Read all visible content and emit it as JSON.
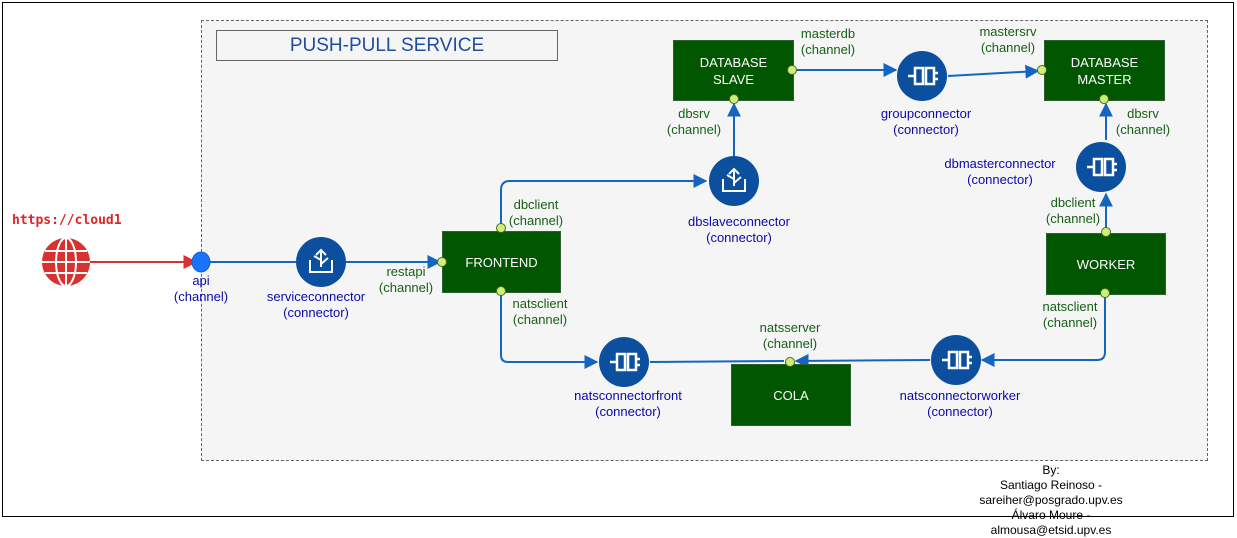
{
  "title": "PUSH-PULL SERVICE",
  "url": "https://cloud1",
  "nodes": {
    "frontend": "FRONTEND",
    "database_slave": "DATABASE\nSLAVE",
    "database_master": "DATABASE\nMASTER",
    "worker": "WORKER",
    "cola": "COLA"
  },
  "channels": {
    "api": "api\n(channel)",
    "restapi": "restapi\n(channel)",
    "dbclient_frontend": "dbclient\n(channel)",
    "natsclient_frontend": "natsclient\n(channel)",
    "dbsrv_slave": "dbsrv\n(channel)",
    "masterdb": "masterdb\n(channel)",
    "mastersrv": "mastersrv\n(channel)",
    "dbsrv_master": "dbsrv\n(channel)",
    "dbclient_worker": "dbclient\n(channel)",
    "natsclient_worker": "natsclient\n(channel)",
    "natsserver": "natsserver\n(channel)"
  },
  "connectors": {
    "serviceconnector": "serviceconnector\n(connector)",
    "dbslaveconnector": "dbslaveconnector\n(connector)",
    "groupconnector": "groupconnector\n(connector)",
    "dbmasterconnector": "dbmasterconnector\n(connector)",
    "natsconnectorfront": "natsconnectorfront\n(connector)",
    "natsconnectorworker": "natsconnectorworker\n(connector)"
  },
  "byline": "By:\nSantiago Reinoso - sareiher@posgrado.upv.es\nÁlvaro Moure - almousa@etsid.upv.es",
  "colors": {
    "node_fill": "#005700",
    "connector_fill": "#0b4f9e",
    "edge": "#1565c0",
    "channel_dot": "#ccf07a",
    "api_dot": "#1a73ff",
    "internet": "#d93030",
    "channel_text": "#155f15",
    "connector_text": "#0a0aa8"
  }
}
